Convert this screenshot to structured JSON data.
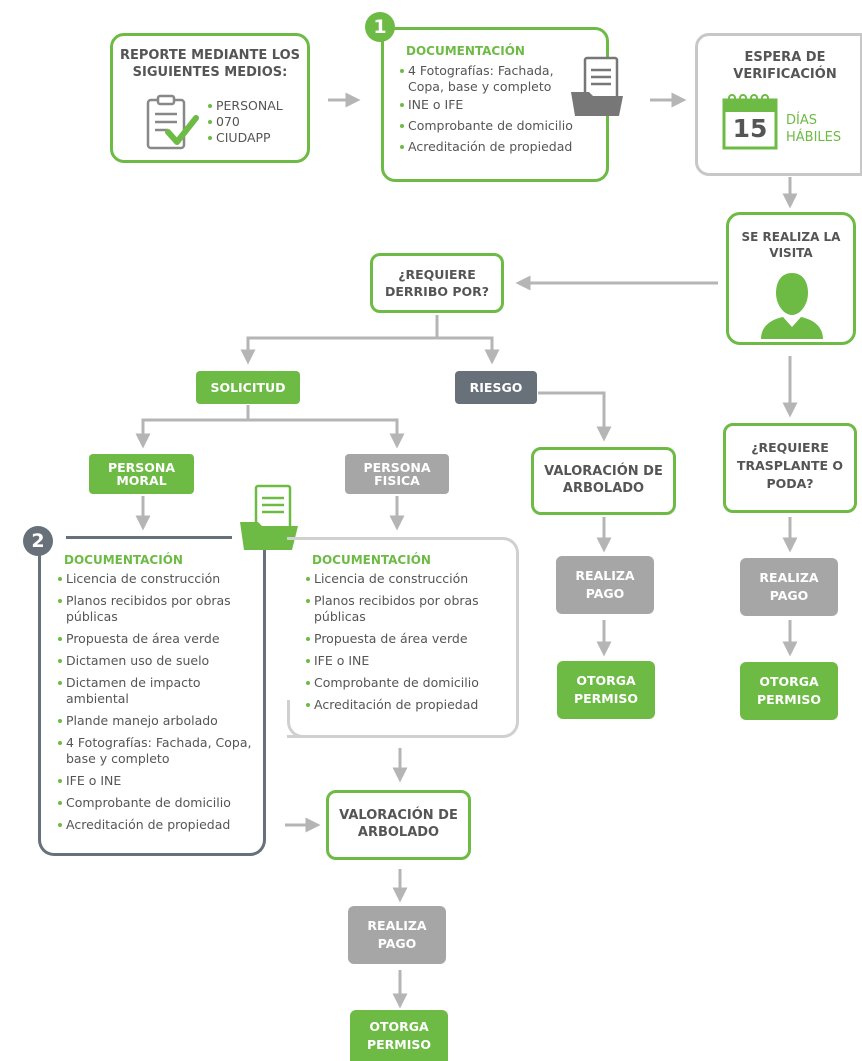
{
  "reporte": {
    "title": "REPORTE MEDIANTE LOS SIGUIENTES MEDIOS:",
    "items": [
      "PERSONAL",
      "070",
      "CIUDAPP"
    ]
  },
  "doc1": {
    "badge": "1",
    "title": "DOCUMENTACIÓN",
    "items": [
      "4 Fotografías: Fachada, Copa, base y completo",
      "INE o IFE",
      "Comprobante de domicilio",
      "Acreditación de propiedad"
    ]
  },
  "espera": {
    "title": "ESPERA DE VERIFICACIÓN",
    "days_number": "15",
    "days_label": "DÍAS HÁBILES"
  },
  "visita": {
    "title": "SE REALIZA LA VISITA"
  },
  "requiere_derribo": {
    "title": "¿REQUIERE DERRIBO POR?"
  },
  "solicitud": {
    "label": "SOLICITUD"
  },
  "riesgo": {
    "label": "RIESGO"
  },
  "persona_moral": {
    "label": "PERSONA MORAL"
  },
  "persona_fisica": {
    "label": "PERSONA FISICA"
  },
  "doc2": {
    "badge": "2",
    "title": "DOCUMENTACIÓN",
    "items": [
      "Licencia de construcción",
      "Planos recibidos por obras públicas",
      "Propuesta de área verde",
      "Dictamen uso de suelo",
      "Dictamen de impacto ambiental",
      "Plande manejo arbolado",
      "4 Fotografías: Fachada, Copa, base y completo",
      "IFE o INE",
      "Comprobante de domicilio",
      "Acreditación de propiedad"
    ]
  },
  "doc3": {
    "title": "DOCUMENTACIÓN",
    "items": [
      "Licencia de construcción",
      "Planos recibidos por obras públicas",
      "Propuesta de área verde",
      "IFE o INE",
      "Comprobante de domicilio",
      "Acreditación de propiedad"
    ]
  },
  "valoracion_riesgo": {
    "title": "VALORACIÓN DE ARBOLADO"
  },
  "pago_riesgo": {
    "label": "REALIZA PAGO"
  },
  "permiso_riesgo": {
    "label": "OTORGA PERMISO"
  },
  "trasplante": {
    "title": "¿REQUIERE TRASPLANTE O PODA?"
  },
  "pago_trasplante": {
    "label": "REALIZA PAGO"
  },
  "permiso_trasplante": {
    "label": "OTORGA PERMISO"
  },
  "valoracion_sol": {
    "title": "VALORACIÓN DE ARBOLADO"
  },
  "pago_sol": {
    "label": "REALIZA PAGO"
  },
  "permiso_sol": {
    "label": "OTORGA PERMISO"
  },
  "colors": {
    "green": "#6dbb45",
    "grey": "#a6a6a6",
    "dark": "#68707a",
    "line": "#b5b5b5"
  },
  "icons": [
    "clipboard-check-icon",
    "document-folder-icon",
    "calendar-icon",
    "person-icon"
  ]
}
